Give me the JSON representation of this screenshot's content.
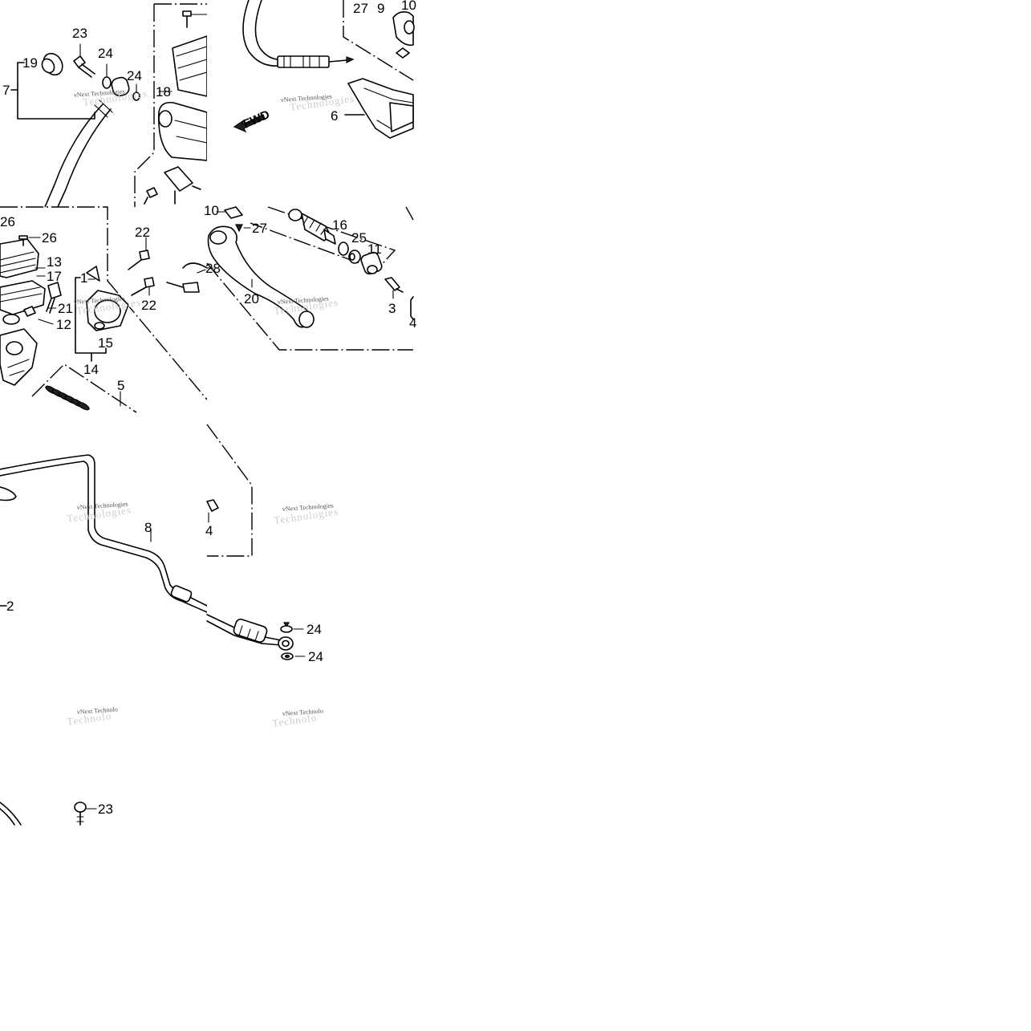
{
  "diagram": {
    "watermark_text": "vNext Technologies",
    "watermark_text_cut": "vNext Technolo",
    "direction_label": "FWD",
    "callouts": {
      "c2": "2",
      "c3": "3",
      "c4": "4",
      "c5": "5",
      "c6": "6",
      "c7": "7",
      "c8": "8",
      "c9": "9",
      "c10": "10",
      "c11": "11",
      "c12": "12",
      "c13": "13",
      "c14": "14",
      "c15": "15",
      "c16": "16",
      "c17": "17",
      "c18": "18",
      "c19": "19",
      "c20": "20",
      "c21": "21",
      "c22": "22",
      "c23": "23",
      "c24": "24",
      "c25": "25",
      "c26": "26",
      "c27": "27",
      "c28": "28",
      "c1": "1"
    }
  }
}
